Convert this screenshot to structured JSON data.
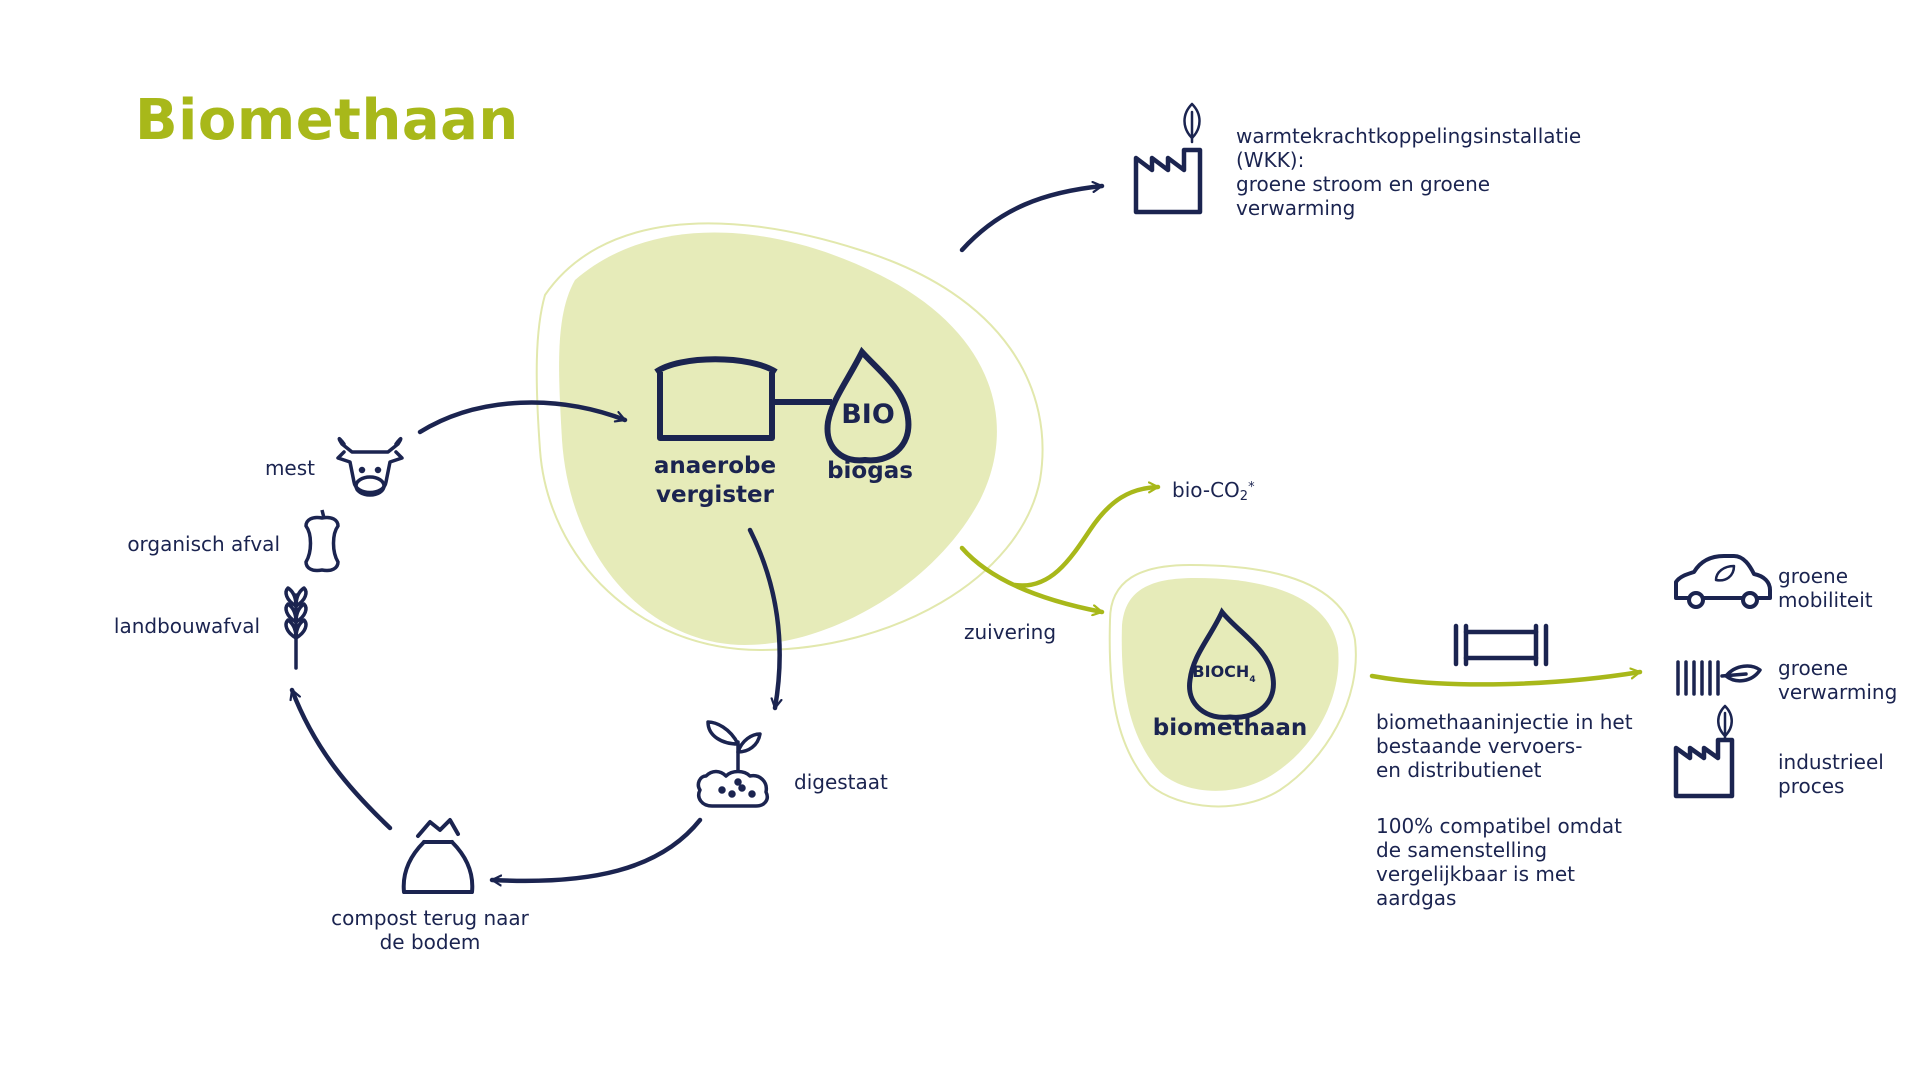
{
  "title": "Biomethaan",
  "colors": {
    "navy": "#1b2450",
    "green": "#a8b81a",
    "blob": "#e6ebb9",
    "blob_outline": "#dde4a3"
  },
  "nodes": {
    "digester": {
      "label_line1": "anaerobe",
      "label_line2": "vergister",
      "icon": "digester-tank-icon"
    },
    "biogas": {
      "label": "biogas",
      "drop_text": "BIO",
      "icon": "bio-drop-icon"
    },
    "biomethane": {
      "label": "biomethaan",
      "drop_text": "BIOCH",
      "drop_sub": "4",
      "icon": "bioch4-drop-icon"
    }
  },
  "inputs": [
    {
      "label": "mest",
      "icon": "cow-icon"
    },
    {
      "label": "organisch afval",
      "icon": "apple-core-icon"
    },
    {
      "label": "landbouwafval",
      "icon": "wheat-icon"
    }
  ],
  "cycle": {
    "digestate": {
      "label": "digestaat",
      "icon": "sprout-soil-icon"
    },
    "compost": {
      "label_line1": "compost terug naar",
      "label_line2": "de bodem",
      "icon": "compost-bag-icon"
    }
  },
  "wkk": {
    "line1": "warmtekrachtkoppelingsinstallatie",
    "line2": "(WKK):",
    "line3": "groene stroom en groene",
    "line4": "verwarming",
    "icon": "factory-leaf-icon"
  },
  "bioco2": {
    "prefix": "bio-CO",
    "sub": "2",
    "sup": "*"
  },
  "purification": {
    "label": "zuivering"
  },
  "injection": {
    "line1": "biomethaaninjectie in het",
    "line2": "bestaande vervoers-",
    "line3": "en distributienet",
    "icon": "pipe-icon"
  },
  "compatibility": {
    "line1": "100% compatibel omdat",
    "line2": "de samenstelling",
    "line3": "vergelijkbaar is met",
    "line4": "aardgas"
  },
  "uses": [
    {
      "line1": "groene",
      "line2": "mobiliteit",
      "icon": "car-leaf-icon"
    },
    {
      "line1": "groene",
      "line2": "verwarming",
      "icon": "radiator-leaf-icon"
    },
    {
      "line1": "industrieel",
      "line2": "proces",
      "icon": "factory-leaf-icon"
    }
  ]
}
